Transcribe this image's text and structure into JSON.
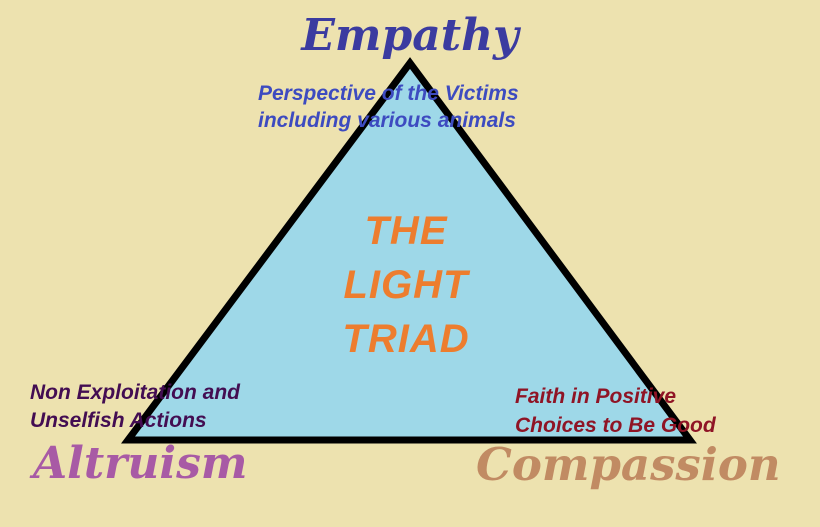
{
  "diagram": {
    "center_title_lines": [
      "THE",
      "LIGHT",
      "TRIAD"
    ],
    "vertices": [
      {
        "id": "empathy",
        "label": "Empathy",
        "description_lines": [
          "Perspective of the Victims",
          "including various animals"
        ]
      },
      {
        "id": "altruism",
        "label": "Altruism",
        "description_lines": [
          "Non Exploitation and",
          "Unselfish Actions"
        ]
      },
      {
        "id": "compassion",
        "label": "Compassion",
        "description_lines": [
          "Faith in Positive",
          "Choices to Be Good"
        ]
      }
    ]
  },
  "colors": {
    "background": "#EDE2AF",
    "triangle_fill": "#9ED8E8",
    "triangle_border": "#000000",
    "empathy_label": "#3B3BA0",
    "empathy_description": "#3D4BC0",
    "center_title": "#ED7D2E",
    "altruism_label": "#A85AA5",
    "altruism_description": "#430D52",
    "compassion_label": "#C18B63",
    "compassion_description": "#8F1425"
  }
}
